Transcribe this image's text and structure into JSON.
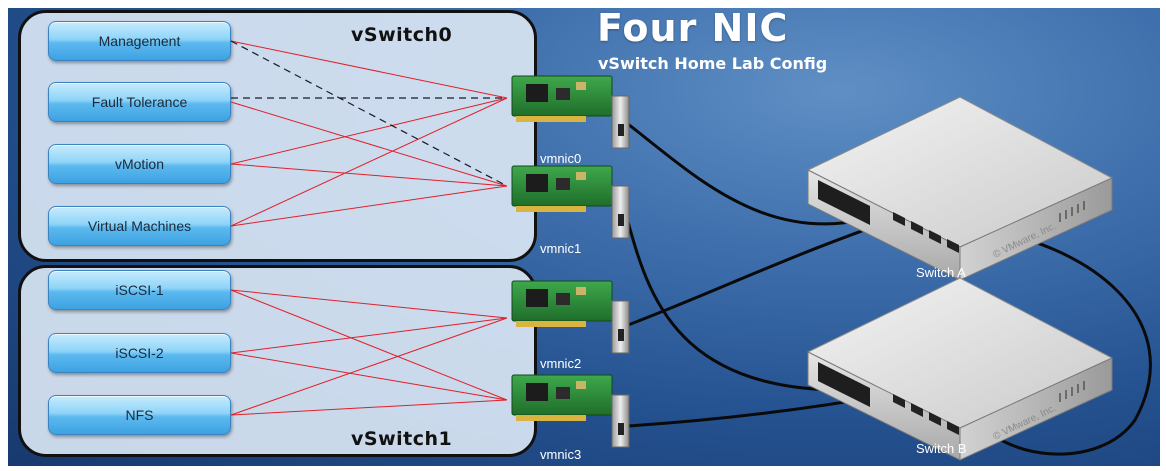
{
  "title": "Four NIC",
  "subtitle": "vSwitch Home Lab Config",
  "vswitches": [
    {
      "label": "vSwitch0",
      "portgroups": [
        "Management",
        "Fault Tolerance",
        "vMotion",
        "Virtual Machines"
      ]
    },
    {
      "label": "vSwitch1",
      "portgroups": [
        "iSCSI-1",
        "iSCSI-2",
        "NFS"
      ]
    }
  ],
  "nics": [
    "vmnic0",
    "vmnic1",
    "vmnic2",
    "vmnic3"
  ],
  "switches": [
    "Switch A",
    "Switch B"
  ],
  "watermark": "© VMware, Inc.",
  "colors": {
    "background": "#24518f",
    "panel": "#d7e4f2",
    "portgroup": "#5cb9ef",
    "active_link": "#e0202a",
    "standby_link": "#1a1a2a",
    "cable": "#0a0a0a"
  }
}
